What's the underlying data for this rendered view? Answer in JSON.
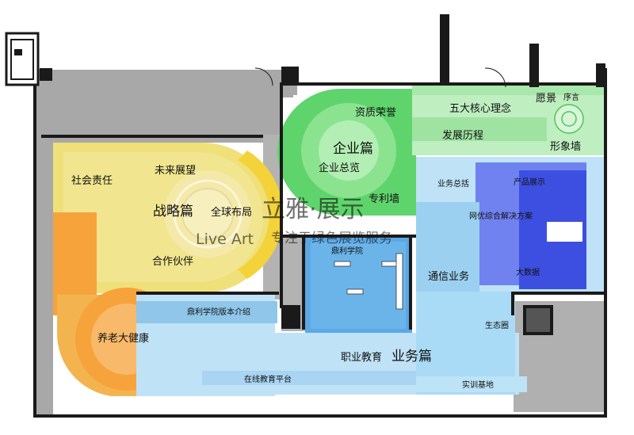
{
  "watermark": {
    "brand": "立雅·展示",
    "brand_en": "Live Art",
    "slogan": "专注于绿色展览服务"
  },
  "zones": {
    "strategy": {
      "title": "战略篇",
      "social": "社会责任",
      "future": "未来展望",
      "global": "全球布局",
      "partner": "合作伙伴"
    },
    "enterprise": {
      "title": "企业篇",
      "overview": "企业总览",
      "honor": "资质荣誉",
      "core": "五大核心理念",
      "vision": "愿景",
      "preface": "序言",
      "history": "发展历程",
      "image_wall": "形象墙",
      "patent": "专利墙"
    },
    "business": {
      "title": "业务篇",
      "summary": "业务总括",
      "product": "产品展示",
      "solution": "网优综合解决方案",
      "telecom": "通信业务",
      "bigdata": "大数据",
      "academy": "鼎利学院",
      "academy_intro": "鼎利学院版本介绍",
      "ecology": "生态圈",
      "vocational": "职业教育",
      "online": "在线教育平台",
      "training": "实训基地",
      "elderly": "养老大健康"
    }
  },
  "colors": {
    "wall": "#1a1a1a",
    "corridor": "#a9a9a9",
    "strategy": "#efe07a",
    "strategy_core": "#f4d23a",
    "elderly": "#f6a33c",
    "enterprise": "#5fd46c",
    "enterprise_light": "#bfeec0",
    "business_light": "#bfe2f6",
    "business_mid": "#8fc6ea",
    "business_dark": "#3d4fe0"
  }
}
